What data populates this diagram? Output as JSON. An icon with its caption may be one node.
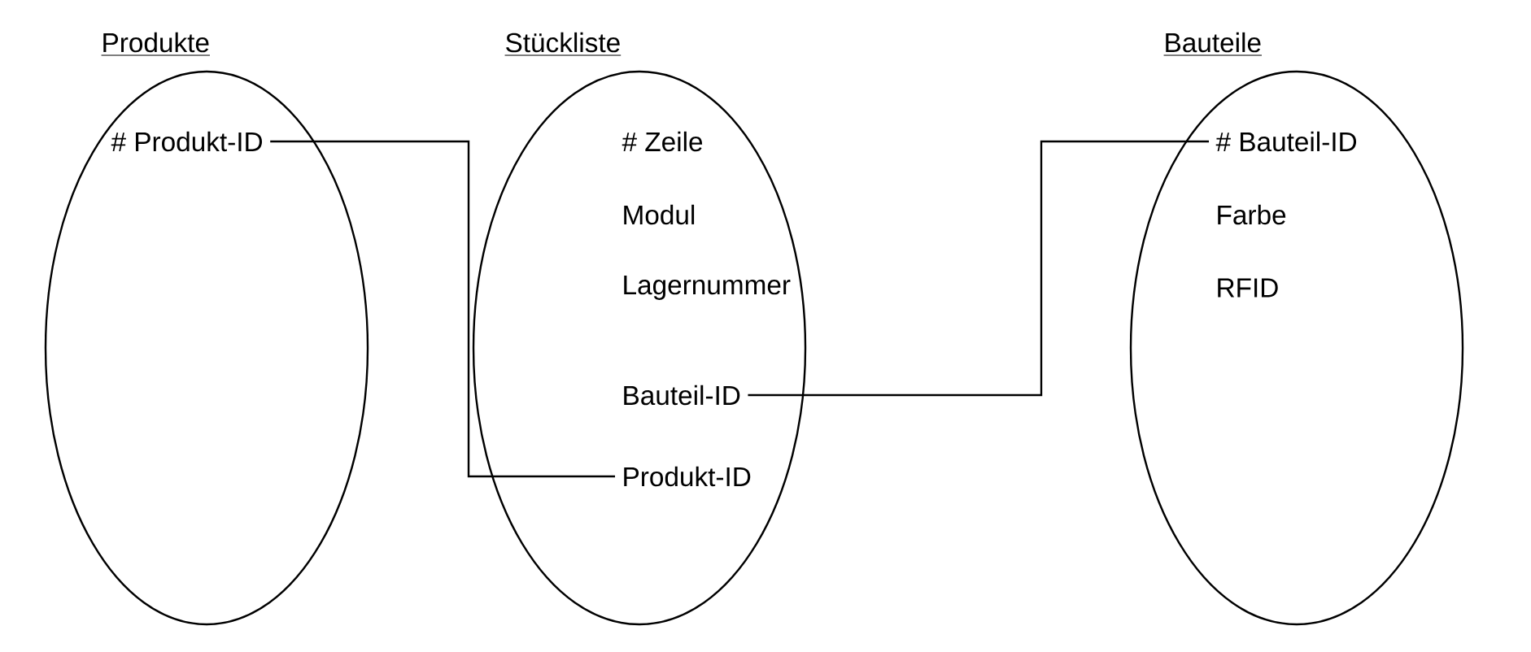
{
  "diagram": {
    "nodes": [
      {
        "text": [
          "Produkte"
        ]
      },
      {
        "text": [
          "# Produkt-ID"
        ],
        "in": 0
      },
      {
        "text": [
          "Stückliste"
        ]
      },
      {
        "text": [
          "# Zeile"
        ],
        "in": 2
      },
      {
        "text": [
          "Modul"
        ],
        "in": 2
      },
      {
        "text": [
          "Lagernummer"
        ],
        "in": 2
      },
      {
        "text": [
          "Bauteil-ID"
        ],
        "in": 2
      },
      {
        "text": [
          "Produkt-ID"
        ],
        "in": 2
      },
      {
        "text": [
          "Bauteile"
        ]
      },
      {
        "text": [
          "# Bauteil-ID"
        ],
        "in": 8
      },
      {
        "text": [
          "Farbe"
        ],
        "in": 8
      },
      {
        "text": [
          "RFID"
        ],
        "in": 8
      }
    ],
    "edges": [
      {
        "from": 1,
        "to": 7,
        "arrow": "none"
      },
      {
        "from": 6,
        "to": 9,
        "arrow": "none"
      }
    ]
  }
}
